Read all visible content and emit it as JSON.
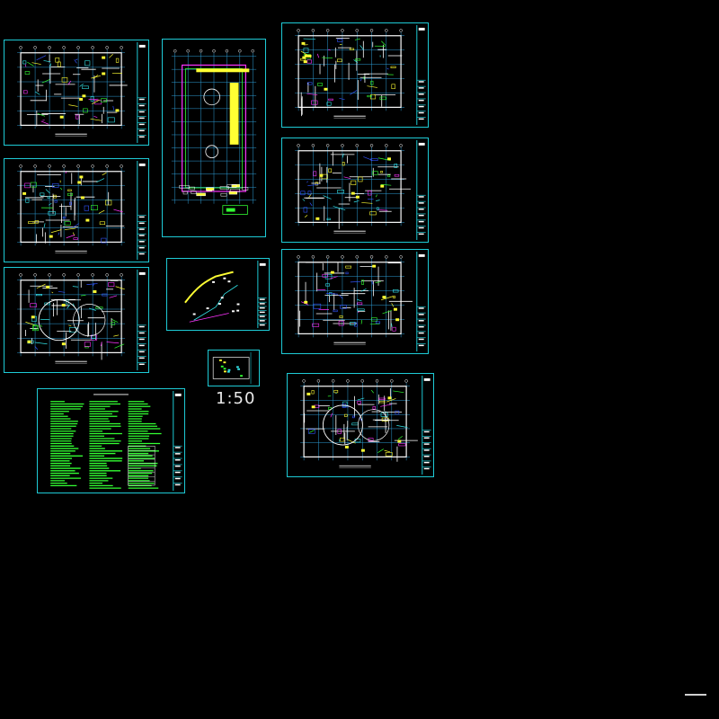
{
  "canvas": {
    "background": "#000000"
  },
  "colors": {
    "frame": "#1ecbd6",
    "wall": "#ffffff",
    "grid": "#2f9fd8",
    "cyan": "#33e6ea",
    "green": "#33ff33",
    "yellow": "#ffff33",
    "magenta": "#ff33ff",
    "blue": "#3355ff",
    "red": "#ff3333"
  },
  "scale_label": "1:50",
  "sheets": [
    {
      "id": "plan-1",
      "kind": "floor-plan"
    },
    {
      "id": "plan-2",
      "kind": "floor-plan"
    },
    {
      "id": "plan-3",
      "kind": "floor-plan-round"
    },
    {
      "id": "site-plan",
      "kind": "site-plan"
    },
    {
      "id": "pipe-diagram",
      "kind": "pipe-diagram"
    },
    {
      "id": "small-detail",
      "kind": "detail"
    },
    {
      "id": "notes-sheet",
      "kind": "design-notes"
    },
    {
      "id": "plan-4",
      "kind": "floor-plan"
    },
    {
      "id": "plan-5",
      "kind": "floor-plan"
    },
    {
      "id": "plan-6",
      "kind": "floor-plan"
    },
    {
      "id": "plan-7",
      "kind": "floor-plan-round"
    }
  ]
}
